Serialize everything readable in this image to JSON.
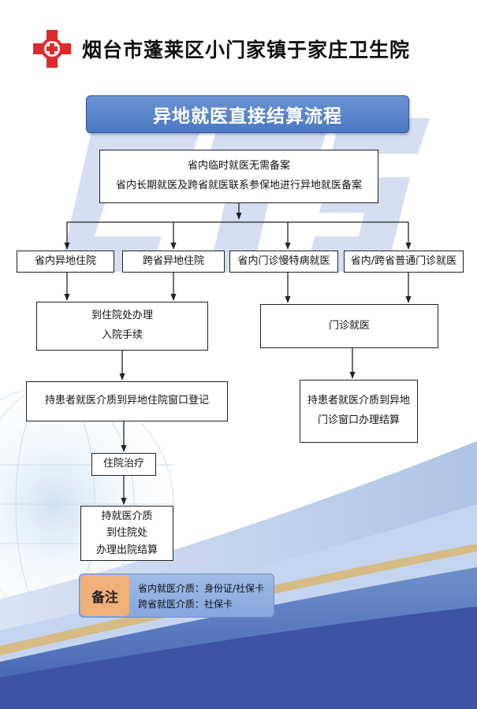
{
  "header": {
    "hospital_name": "烟台市蓬莱区小门家镇于家庄卫生院",
    "logo_icon": "red-cross-icon",
    "logo_color": "#e02a2a"
  },
  "banner": {
    "title": "异地就医直接结算流程"
  },
  "flow": {
    "filing": {
      "line1": "省内临时就医无需备案",
      "line2": "省内长期就医及跨省就医联系参保地进行异地就医备案"
    },
    "categories": {
      "in_province_inpatient": "省内异地住院",
      "cross_province_inpatient": "跨省异地住院",
      "chronic_outpatient": "省内门诊慢特病就医",
      "general_outpatient": "省内/跨省普通门诊就医"
    },
    "admission": {
      "line1": "到住院处办理",
      "line2": "入院手续"
    },
    "outpatient_visit": "门诊就医",
    "register": "持患者就医介质到异地住院窗口登记",
    "outpatient_settle": {
      "line1": "持患者就医介质到异地",
      "line2": "门诊窗口办理结算"
    },
    "treatment": "住院治疗",
    "discharge": {
      "line1": "持就医介质",
      "line2": "到住院处",
      "line3": "办理出院结算"
    }
  },
  "note": {
    "tag": "备注",
    "line1": "省内就医介质：身份证/社保卡",
    "line2": "跨省就医介质：社保卡"
  },
  "colors": {
    "banner": "#5a84c9",
    "note_tag": "#f2b079",
    "note_panel": "#94b3e3"
  }
}
